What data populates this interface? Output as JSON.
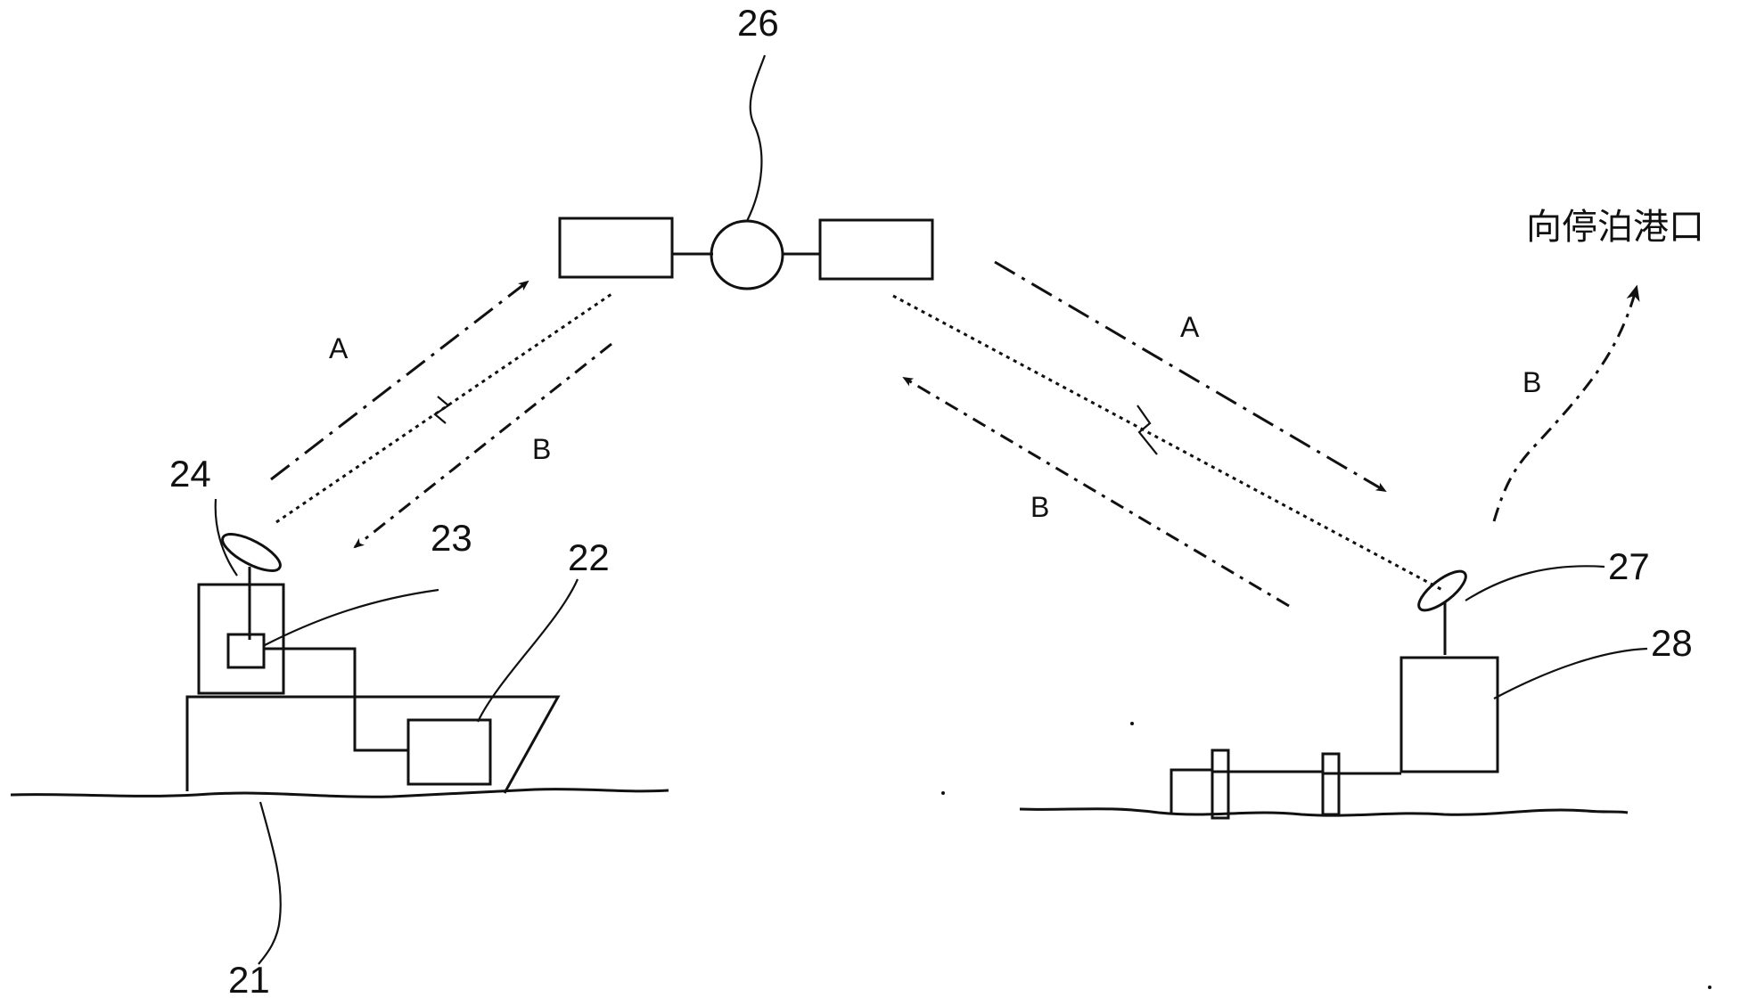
{
  "labels": {
    "satellite": "26",
    "ship": "21",
    "ship_device": "22",
    "ship_terminal": "23",
    "ship_antenna": "24",
    "port_antenna": "27",
    "port_station": "28"
  },
  "links": {
    "a_left": "A",
    "b_left": "B",
    "a_right": "A",
    "b_right": "B",
    "b_onward": "B"
  },
  "destination": "向停泊港口"
}
